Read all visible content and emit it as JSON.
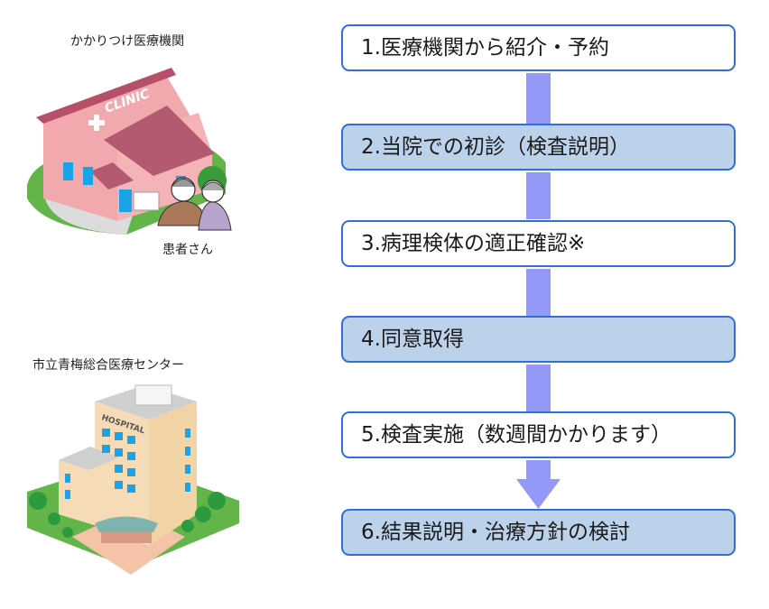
{
  "left_panel": {
    "clinic": {
      "caption": "かかりつけ医療機関",
      "sign_text": "CLINIC",
      "patient_caption": "患者さん"
    },
    "hospital": {
      "caption": "市立青梅総合医療センター",
      "sign_text": "HOSPITAL"
    }
  },
  "flow": {
    "steps": [
      {
        "label": "1.医療機関から紹介・予約",
        "style": "white"
      },
      {
        "label": "2.当院での初診（検査説明）",
        "style": "blue"
      },
      {
        "label": "3.病理検体の適正確認※",
        "style": "white"
      },
      {
        "label": "4.同意取得",
        "style": "blue"
      },
      {
        "label": "5.検査実施（数週間かかります）",
        "style": "white"
      },
      {
        "label": "6.結果説明・治療方針の検討",
        "style": "blue"
      }
    ],
    "colors": {
      "border": "#2f6fd8",
      "highlight_fill": "#bcd2ea",
      "arrow": "#9499f8"
    }
  }
}
